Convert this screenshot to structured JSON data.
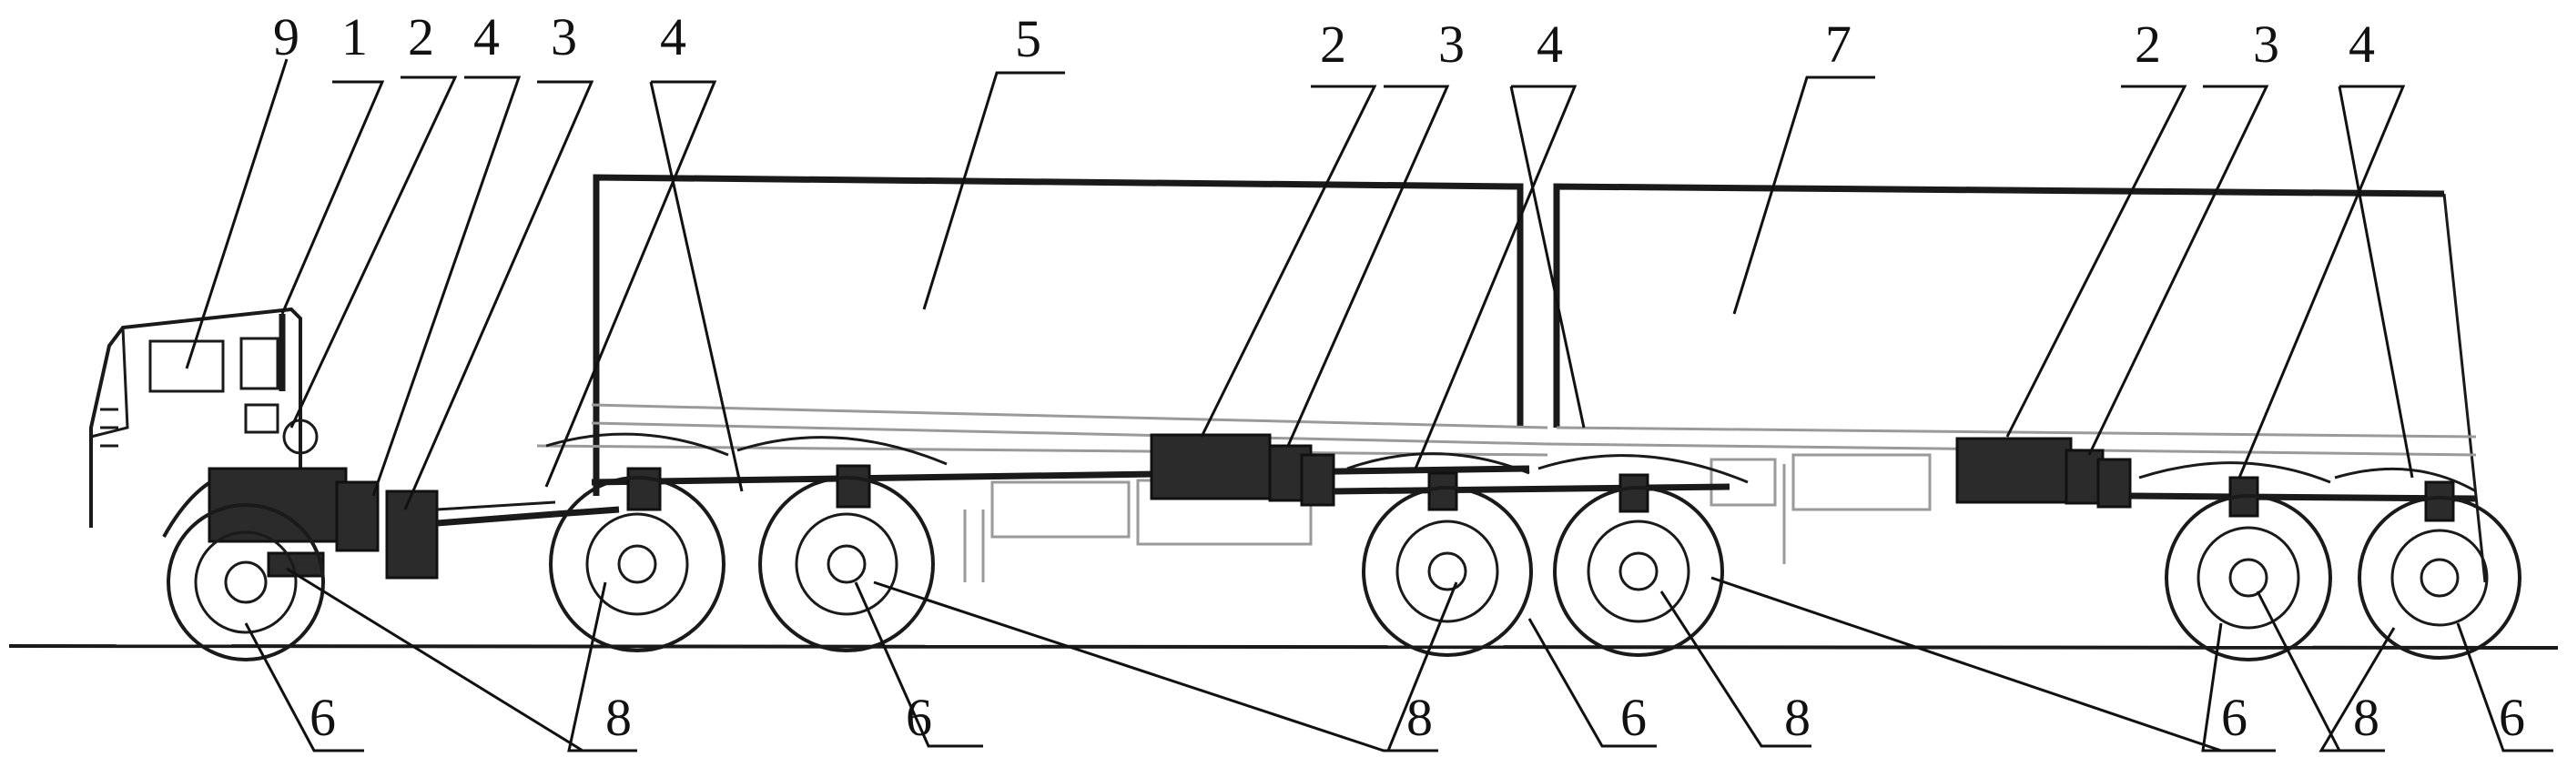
{
  "labels": {
    "l9": "9",
    "l1": "1",
    "l2a": "2",
    "l4a": "4",
    "l3a": "3",
    "l4b": "4",
    "l5": "5",
    "l2b": "2",
    "l3b": "3",
    "l4c": "4",
    "l7": "7",
    "l2c": "2",
    "l3c": "3",
    "l4d": "4",
    "l6a": "6",
    "l8a": "8",
    "l6b": "6",
    "l8b": "8",
    "l6c": "6",
    "l8c": "8",
    "l6d": "6",
    "l8d": "8",
    "l6e": "6"
  },
  "colors": {
    "ink": "#1a1a1a",
    "block": "#2b2b2b",
    "grey": "#9a9a9a",
    "background": "#ffffff"
  }
}
